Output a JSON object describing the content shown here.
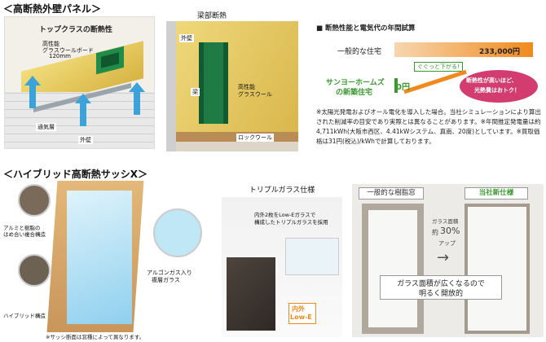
{
  "section1": {
    "heading": "＜高断熱外壁パネル＞",
    "panel1": {
      "title": "トップクラスの断熱性",
      "board_line1": "高性能",
      "board_line2": "グラスウールボード",
      "board_thickness": "120mm",
      "air_layer": "通気層",
      "outer_wall": "外壁"
    },
    "panel2": {
      "title": "梁部断熱",
      "outer_wall": "外壁",
      "beam": "梁",
      "gw_line1": "高性能",
      "gw_line2": "グラスウール",
      "rockwool": "ロックウール"
    },
    "chart": {
      "header": "■ 断熱性能と電気代の年間試算",
      "row1_label": "一般的な住宅",
      "row1_value": "233,000円",
      "row2_label_line1": "サンヨーホームズ",
      "row2_label_line2": "の新築住宅",
      "row2_value": "0円",
      "callout": "ぐぐっと下がる!",
      "bubble_line1": "断熱性が高いほど、",
      "bubble_line2": "光熱費はおトク！",
      "note": "※太陽光発電およびオール電化を導入した場合。当社シミュレーションにより算出された削減率の目安であり実際とは異なることがあります。※年間推定発電量は約4,711kWh(大阪市西区、4.41kWシステム、真南、20度)としています。※買取価格は31円(税込)/kWhで計算しております。"
    }
  },
  "chart_data": {
    "type": "bar",
    "categories": [
      "一般的な住宅",
      "サンヨーホームズの新築住宅"
    ],
    "values": [
      233000,
      0
    ],
    "title": "■ 断熱性能と電気代の年間試算"
  },
  "section2": {
    "heading": "＜ハイブリッド高断熱サッシX＞",
    "sash": {
      "label1_line1": "アルミと樹脂の",
      "label1_line2": "はめ合い複合構造",
      "label2": "ハイブリッド構造",
      "label3_line1": "アルゴンガス入り",
      "label3_line2": "複層ガラス",
      "footnote": "※サッシ断面は窓種によって異なります。"
    },
    "triple": {
      "header": "トリプルガラス仕様",
      "desc_line1": "内外2枚をLow-Eガラスで",
      "desc_line2": "構成したトリプルガラスを採用",
      "lowe_line1": "内外",
      "lowe_line2": "Low-E"
    },
    "compare": {
      "left_tab": "一般的な樹脂窓",
      "right_tab": "当社新仕様",
      "glass_area": "ガラス面積",
      "pct_prefix": "約",
      "pct": "30%",
      "pct_suffix": "アップ",
      "arrow": "→",
      "caption_line1": "ガラス面積が広くなるので",
      "caption_line2": "明るく開放的"
    }
  },
  "colors": {
    "green": "#3a9a2f",
    "orange": "#f08a1c",
    "pink": "#d23c6f",
    "blue": "#3ba3d9",
    "frame": "#6b6259"
  }
}
